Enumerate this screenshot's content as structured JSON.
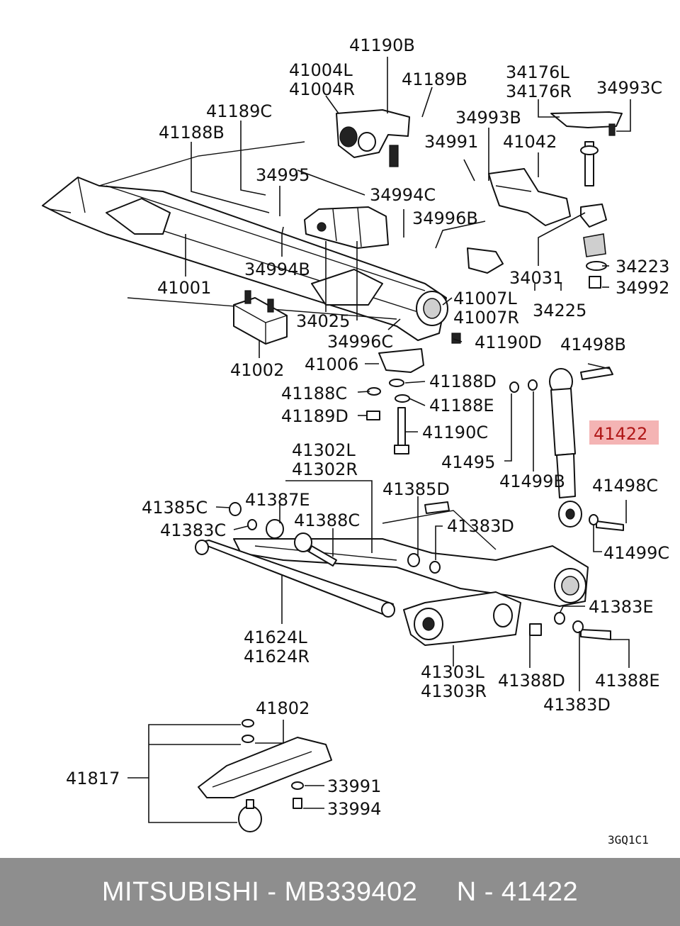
{
  "brand": "MITSUBISHI",
  "part_number": "MB339402",
  "reference": "N - 41422",
  "highlight_label": "41422",
  "highlight_color": "#f4b4b4",
  "diagram_code": "3GQ1C1",
  "labels": {
    "l41190B": "41190B",
    "l41004L": "41004L",
    "l41004R": "41004R",
    "l41189B": "41189B",
    "l34176L": "34176L",
    "l34176R": "34176R",
    "l34993C": "34993C",
    "l41189C": "41189C",
    "l34993B": "34993B",
    "l41188B": "41188B",
    "l34991": "34991",
    "l41042": "41042",
    "l34995": "34995",
    "l34994C": "34994C",
    "l34996B": "34996B",
    "l34223": "34223",
    "l34994B": "34994B",
    "l34031": "34031",
    "l34992": "34992",
    "l41001": "41001",
    "l41007L": "41007L",
    "l41007R": "41007R",
    "l34225": "34225",
    "l34025": "34025",
    "l34996C": "34996C",
    "l41190D": "41190D",
    "l41002": "41002",
    "l41006": "41006",
    "l41498B": "41498B",
    "l41188C": "41188C",
    "l41188D": "41188D",
    "l41188E": "41188E",
    "l41189D": "41189D",
    "l41190C": "41190C",
    "l41495": "41495",
    "l41302L": "41302L",
    "l41302R": "41302R",
    "l41499B": "41499B",
    "l41385D": "41385D",
    "l41498C": "41498C",
    "l41385C": "41385C",
    "l41387E": "41387E",
    "l41388C": "41388C",
    "l41383D_top": "41383D",
    "l41383C": "41383C",
    "l41499C": "41499C",
    "l41383E": "41383E",
    "l41624L": "41624L",
    "l41624R": "41624R",
    "l41303L": "41303L",
    "l41303R": "41303R",
    "l41388D": "41388D",
    "l41388E": "41388E",
    "l41383D_bot": "41383D",
    "l41802": "41802",
    "l41817": "41817",
    "l33991": "33991",
    "l33994": "33994"
  }
}
